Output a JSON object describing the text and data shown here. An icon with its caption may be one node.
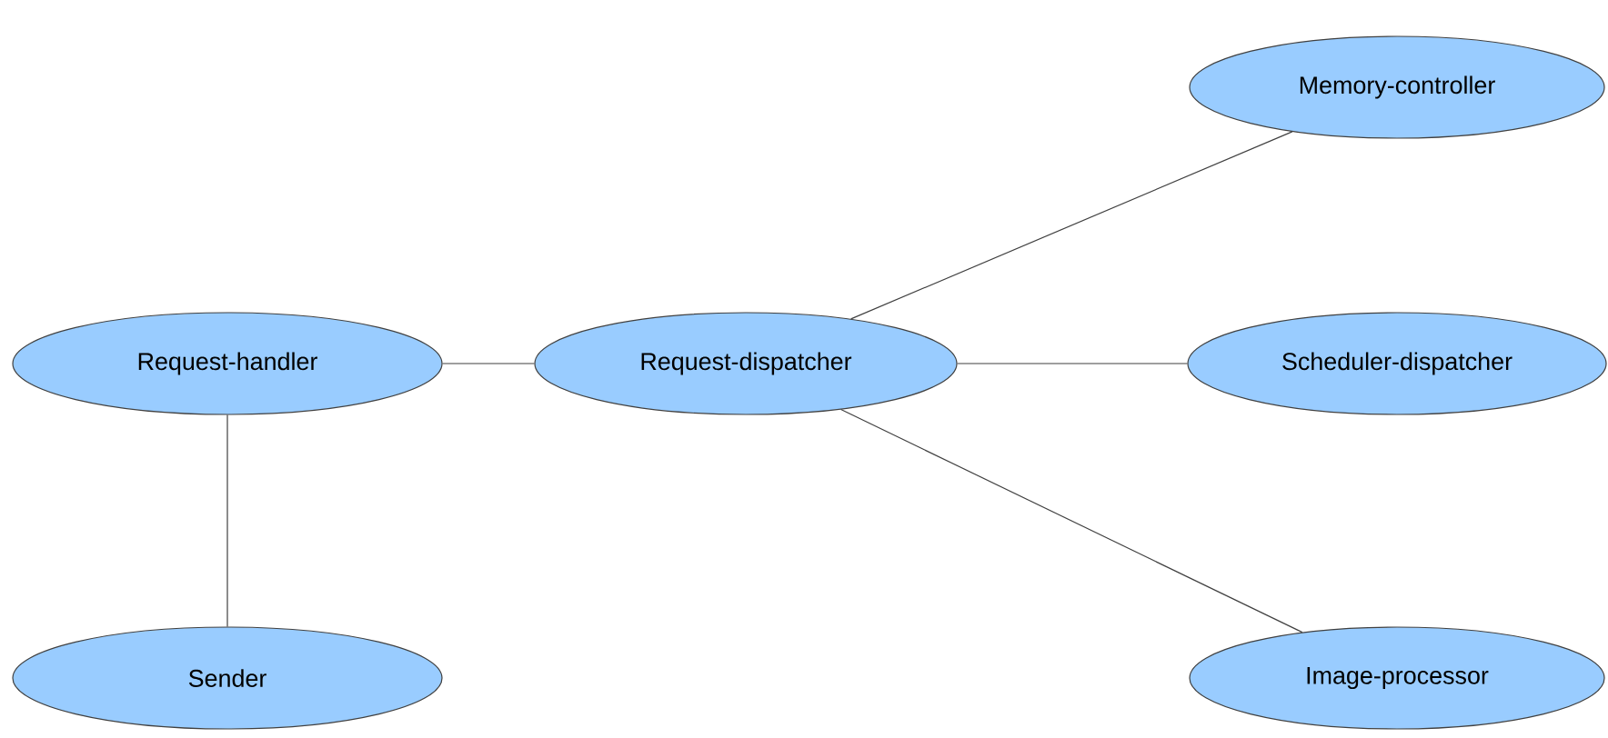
{
  "diagram": {
    "nodes": [
      {
        "text": [
          "Request-handler"
        ]
      },
      {
        "text": [
          "Sender"
        ]
      },
      {
        "text": [
          "Request-dispatcher"
        ]
      },
      {
        "text": [
          "Memory-controller"
        ]
      },
      {
        "text": [
          "Scheduler-dispatcher"
        ]
      },
      {
        "text": [
          "Image-processor"
        ]
      }
    ],
    "edges": [
      {
        "from": 0,
        "to": 2,
        "arrow": "none"
      },
      {
        "from": 0,
        "to": 1,
        "arrow": "none"
      },
      {
        "from": 2,
        "to": 3,
        "arrow": "none"
      },
      {
        "from": 2,
        "to": 4,
        "arrow": "none"
      },
      {
        "from": 2,
        "to": 5,
        "arrow": "none"
      }
    ]
  }
}
